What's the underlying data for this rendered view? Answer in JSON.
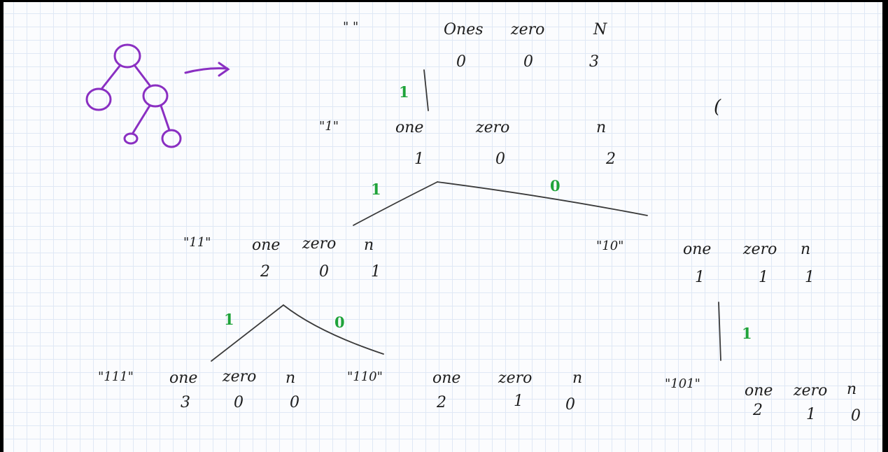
{
  "colors": {
    "ink": "#1d1d1d",
    "edge": "#3a3a3a",
    "green": "#1fa33a",
    "purple": "#8a2fc2"
  },
  "root": {
    "str": "\" \"",
    "h1": "Ones",
    "h2": "zero",
    "h3": "N",
    "v1": "0",
    "v2": "0",
    "v3": "3"
  },
  "n1": {
    "str": "\"1\"",
    "h1": "one",
    "h2": "zero",
    "h3": "n",
    "v1": "1",
    "v2": "0",
    "v3": "2"
  },
  "n11": {
    "str": "\"11\"",
    "h1": "one",
    "h2": "zero",
    "h3": "n",
    "v1": "2",
    "v2": "0",
    "v3": "1"
  },
  "n10": {
    "str": "\"10\"",
    "h1": "one",
    "h2": "zero",
    "h3": "n",
    "v1": "1",
    "v2": "1",
    "v3": "1"
  },
  "n111": {
    "str": "\"111\"",
    "h1": "one",
    "h2": "zero",
    "h3": "n",
    "v1": "3",
    "v2": "0",
    "v3": "0"
  },
  "n110": {
    "str": "\"110\"",
    "h1": "one",
    "h2": "zero",
    "h3": "n",
    "v1": "2",
    "v2": "1",
    "v3": "0"
  },
  "n101": {
    "str": "\"101\"",
    "h1": "one",
    "h2": "zero",
    "h3": "n",
    "v1": "2",
    "v2": "1",
    "v3": "0"
  },
  "edges": {
    "e_root": "1",
    "e1_left": "1",
    "e1_right": "0",
    "e11_left": "1",
    "e11_right": "0",
    "e10": "1"
  },
  "stray_mark": "("
}
